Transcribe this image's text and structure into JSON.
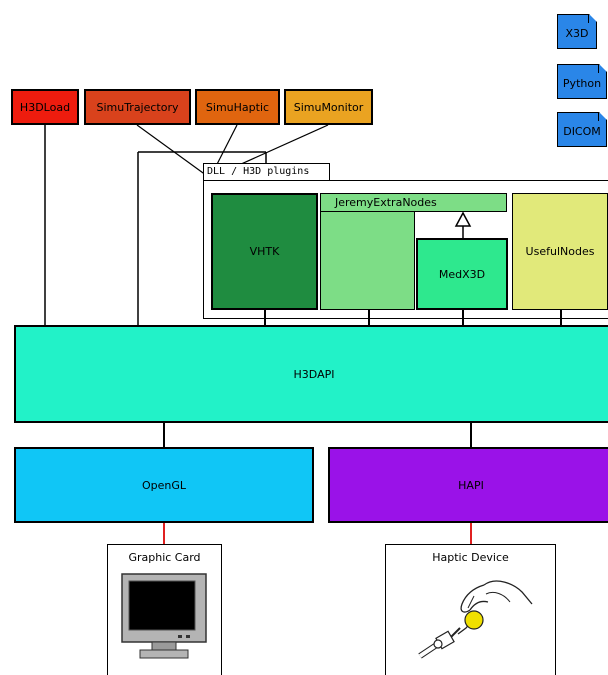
{
  "files": [
    {
      "label": "X3D",
      "color": "#2a86e8"
    },
    {
      "label": "Python",
      "color": "#2a86e8"
    },
    {
      "label": "DICOM",
      "color": "#2a86e8"
    }
  ],
  "apps": [
    {
      "label": "H3DLoad",
      "color": "#ee1c0e"
    },
    {
      "label": "SimuTrajectory",
      "color": "#d9421c"
    },
    {
      "label": "SimuHaptic",
      "color": "#e0650f"
    },
    {
      "label": "SimuMonitor",
      "color": "#eaa321"
    }
  ],
  "plugins": {
    "tab_label": "DLL / H3D plugins",
    "vhtk": {
      "label": "VHTK",
      "color": "#1f8c40"
    },
    "jeremy": {
      "label": "JeremyExtraNodes",
      "color": "#7ddd86"
    },
    "medx3d": {
      "label": "MedX3D",
      "color": "#2ee88e"
    },
    "useful": {
      "label": "UsefulNodes",
      "color": "#e1e97a"
    }
  },
  "h3dapi": {
    "label": "H3DAPI",
    "color": "#22f2c8"
  },
  "opengl": {
    "label": "OpenGL",
    "color": "#10c6f6"
  },
  "hapi": {
    "label": "HAPI",
    "color": "#9a12e8"
  },
  "graphic_card": {
    "label": "Graphic Card"
  },
  "haptic_device": {
    "label": "Haptic Device"
  },
  "colors": {
    "hardware_link": "#e02020",
    "line": "#000000"
  }
}
